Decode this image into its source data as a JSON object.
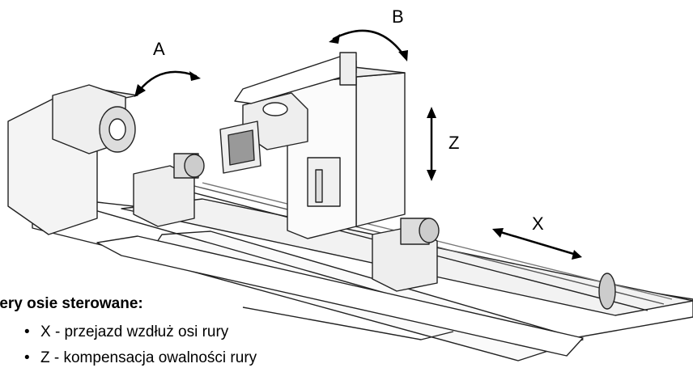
{
  "axes": {
    "a_label": "A",
    "b_label": "B",
    "z_label": "Z",
    "x_label": "X"
  },
  "caption": {
    "title": "tery osie sterowane:",
    "bullets": [
      {
        "symbol": "•",
        "text": "X - przejazd wzdłuż osi rury"
      },
      {
        "symbol": "•",
        "text": "Z - kompensacja owalności rury"
      }
    ]
  }
}
